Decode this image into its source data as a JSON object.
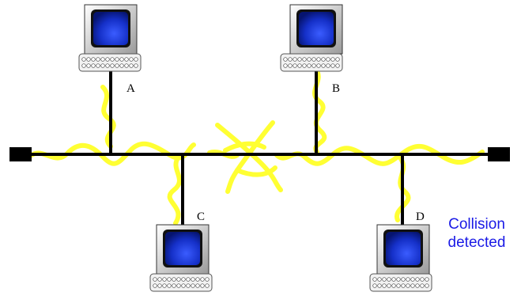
{
  "nodes": [
    {
      "id": "A",
      "label": "A"
    },
    {
      "id": "B",
      "label": "B"
    },
    {
      "id": "C",
      "label": "C"
    },
    {
      "id": "D",
      "label": "D"
    }
  ],
  "annotation": {
    "line1": "Collision",
    "line2": "detected"
  },
  "colors": {
    "signal": "#ffff33",
    "cable": "#000000",
    "screen": "#0b1f9e",
    "annotation_text": "#1a1ae6"
  }
}
